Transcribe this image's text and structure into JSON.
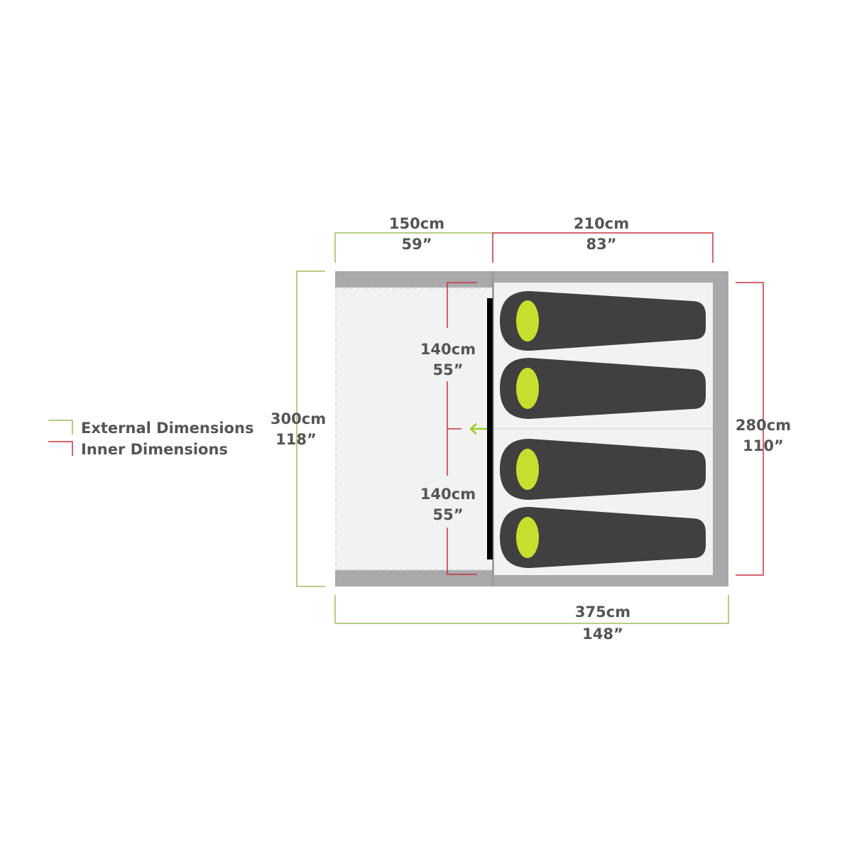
{
  "legend": {
    "external": {
      "label": "External Dimensions",
      "color": "#9dbe5a"
    },
    "inner": {
      "label": "Inner Dimensions",
      "color": "#c8323c"
    }
  },
  "dimensions": {
    "porch_width": {
      "metric": "150cm",
      "imperial": "59”"
    },
    "bedroom_width": {
      "metric": "210cm",
      "imperial": "83”"
    },
    "total_length": {
      "metric": "375cm",
      "imperial": "148”"
    },
    "total_width": {
      "metric": "300cm",
      "imperial": "118”"
    },
    "inner_width": {
      "metric": "280cm",
      "imperial": "110”"
    },
    "door_upper": {
      "metric": "140cm",
      "imperial": "55”"
    },
    "door_lower": {
      "metric": "140cm",
      "imperial": "55”"
    }
  },
  "colors": {
    "wall": "#a8a9ab",
    "floor": "#f1f2f2",
    "sleeping_bag": "#404041",
    "pillow": "#c6df2e",
    "door": "#000000"
  },
  "sleeping_bag_count": 4,
  "icons": {
    "entrance_arrow": "arrow-left-icon"
  }
}
